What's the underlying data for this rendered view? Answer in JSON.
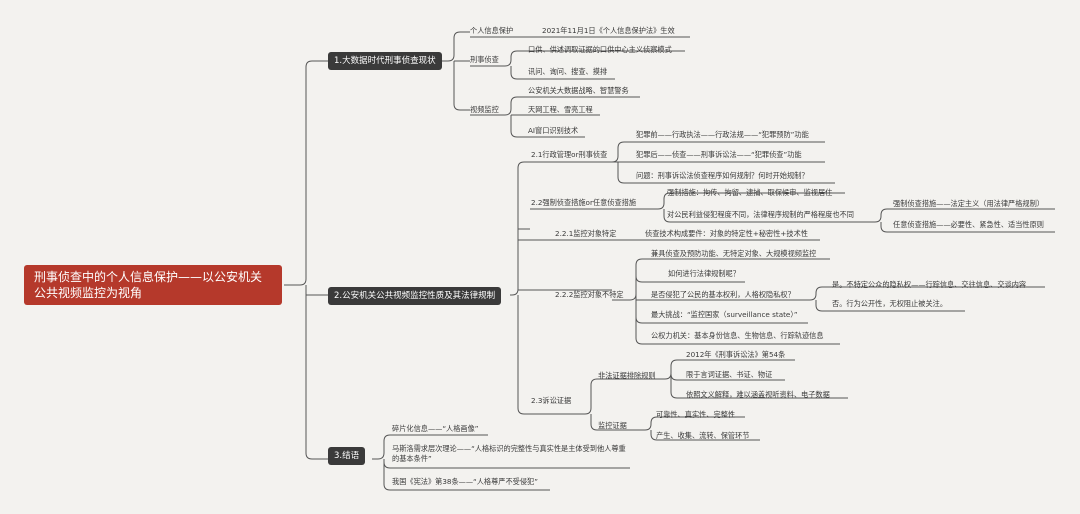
{
  "root": {
    "title": "刑事侦查中的个人信息保护——以公安机关公共视频监控为视角"
  },
  "sec1": {
    "title": "1.大数据时代刑事侦查现状",
    "privacy": {
      "label": "个人信息保护",
      "item": "2021年11月1日《个人信息保护法》生效"
    },
    "investigation": {
      "label": "刑事侦查",
      "items": [
        "口供、供述调取证据的口供中心主义侦察模式",
        "讯问、询问、搜查、摸排"
      ]
    },
    "video": {
      "label": "视频监控",
      "items": [
        "公安机关大数据战略、智慧警务",
        "天网工程、雪亮工程",
        "AI窗口识别技术"
      ]
    }
  },
  "sec2": {
    "title": "2.公安机关公共视频监控性质及其法律规制",
    "s21": {
      "label": "2.1行政管理or刑事侦查",
      "items": [
        "犯罪前——行政执法——行政法规——“犯罪预防”功能",
        "犯罪后——侦查——刑事诉讼法——“犯罪侦查”功能",
        "问题：刑事诉讼法侦查程序如何规制？何时开始规制？"
      ]
    },
    "s22": {
      "label": "2.2强制侦查措施or任意侦查措施",
      "items": [
        "强制措施：拘传、拘留、逮捕、取保候审、监视居住",
        "对公民利益侵犯程度不同，法律程序规制的严格程度也不同"
      ],
      "sub": [
        "强制侦查措施——法定主义（用法律严格规制）",
        "任意侦查措施——必要性、紧急性、适当性原则"
      ]
    },
    "s221": {
      "label": "2.2.1监控对象特定",
      "item": "侦查技术构成要件：对象的特定性+秘密性+技术性"
    },
    "s222": {
      "label": "2.2.2监控对象不特定",
      "items": [
        "兼具侦查及预防功能、无特定对象、大规模视频监控",
        "如何进行法律规制呢？",
        "是否侵犯了公民的基本权利，人格权隐私权？",
        "最大挑战：“监控国家（surveillance state）”",
        "公权力机关：基本身份信息、生物信息、行踪轨迹信息"
      ],
      "answers": [
        "是。不特定公众的隐私权——行踪信息、交往信息、交谈内容",
        "否。行为公开性，无权阻止被关注。"
      ]
    },
    "s23": {
      "label": "2.3诉讼证据",
      "exclusion": {
        "label": "非法证据排除规则",
        "items": [
          "2012年《刑事诉讼法》第54条",
          "限于言词证据、书证、物证",
          "依照文义解释，难以涵盖视听资料、电子数据"
        ]
      },
      "review": {
        "label": "监控证据",
        "items": [
          "可靠性、真实性、完整性",
          "产生、收集、流转、保管环节"
        ]
      }
    }
  },
  "sec3": {
    "title": "3.结语",
    "items": [
      "碎片化信息——“人格画像”",
      "马斯洛需求层次理论——“人格标识的完整性与真实性是主体受到他人尊重的基本条件”",
      "我国《宪法》第38条——“人格尊严不受侵犯”"
    ]
  },
  "colors": {
    "root": "#b5392b",
    "topic": "#3a3a3a",
    "line": "#555555",
    "background": "#f3f2ef"
  }
}
